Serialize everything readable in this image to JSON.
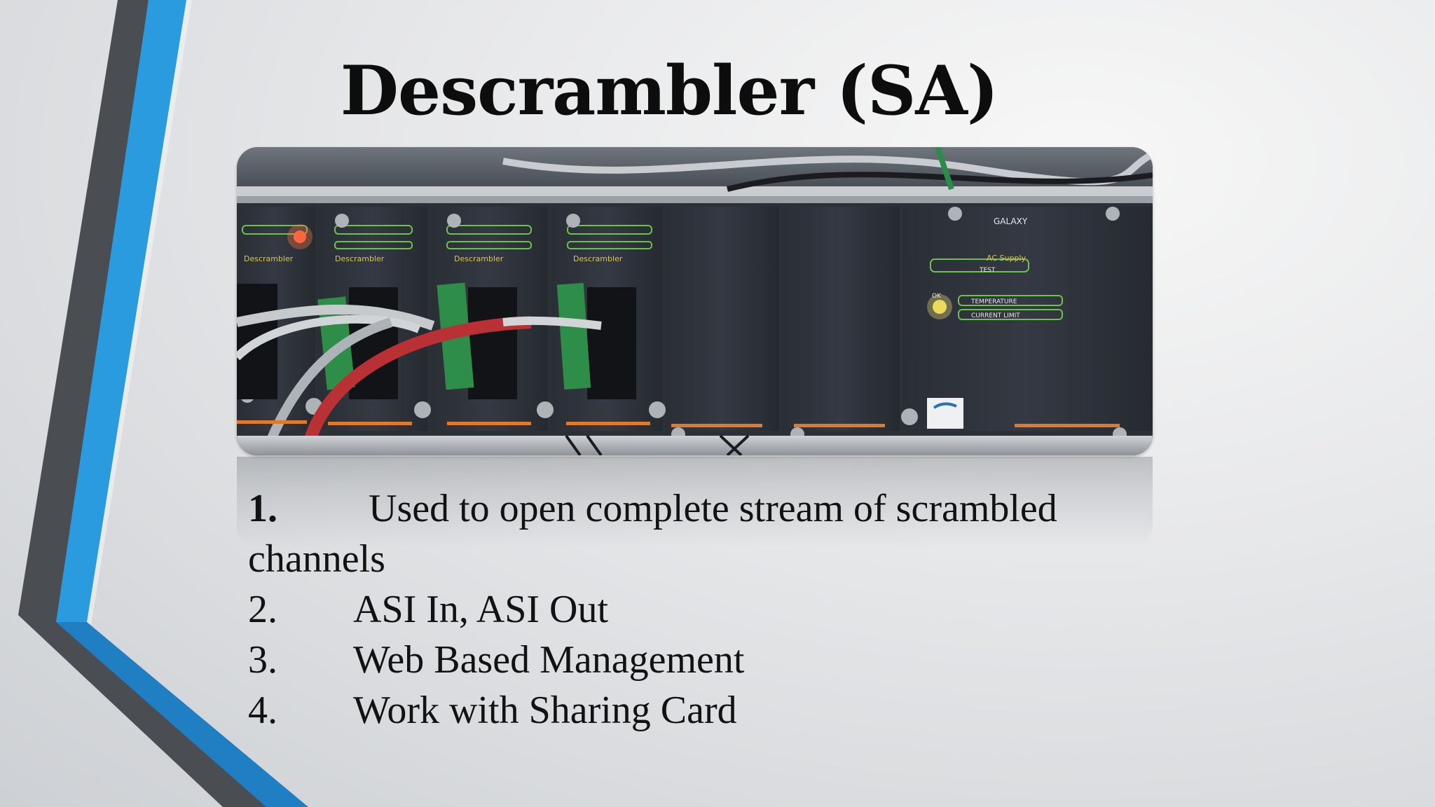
{
  "slide": {
    "title": "Descrambler (SA)",
    "photo": {
      "labels": {
        "card_label": "Descrambler",
        "chassis_brand": "GALAXY",
        "ac_supply": "AC Supply",
        "test": "TEST",
        "ok": "OK",
        "temperature": "TEMPERATURE",
        "current_limit": "CURRENT LIMIT"
      }
    },
    "items": [
      {
        "number": "1.",
        "text": "Used to open complete stream of scrambled",
        "continuation": "channels"
      },
      {
        "number": "2.",
        "text": "ASI In, ASI Out"
      },
      {
        "number": "3.",
        "text": "Web Based Management"
      },
      {
        "number": "4.",
        "text": "Work with Sharing Card"
      }
    ]
  },
  "colors": {
    "accent_blue": "#2b9be0",
    "accent_blue_dark": "#1f7fc2",
    "accent_gray": "#4a4d52",
    "title_text": "#0d0d0d"
  }
}
